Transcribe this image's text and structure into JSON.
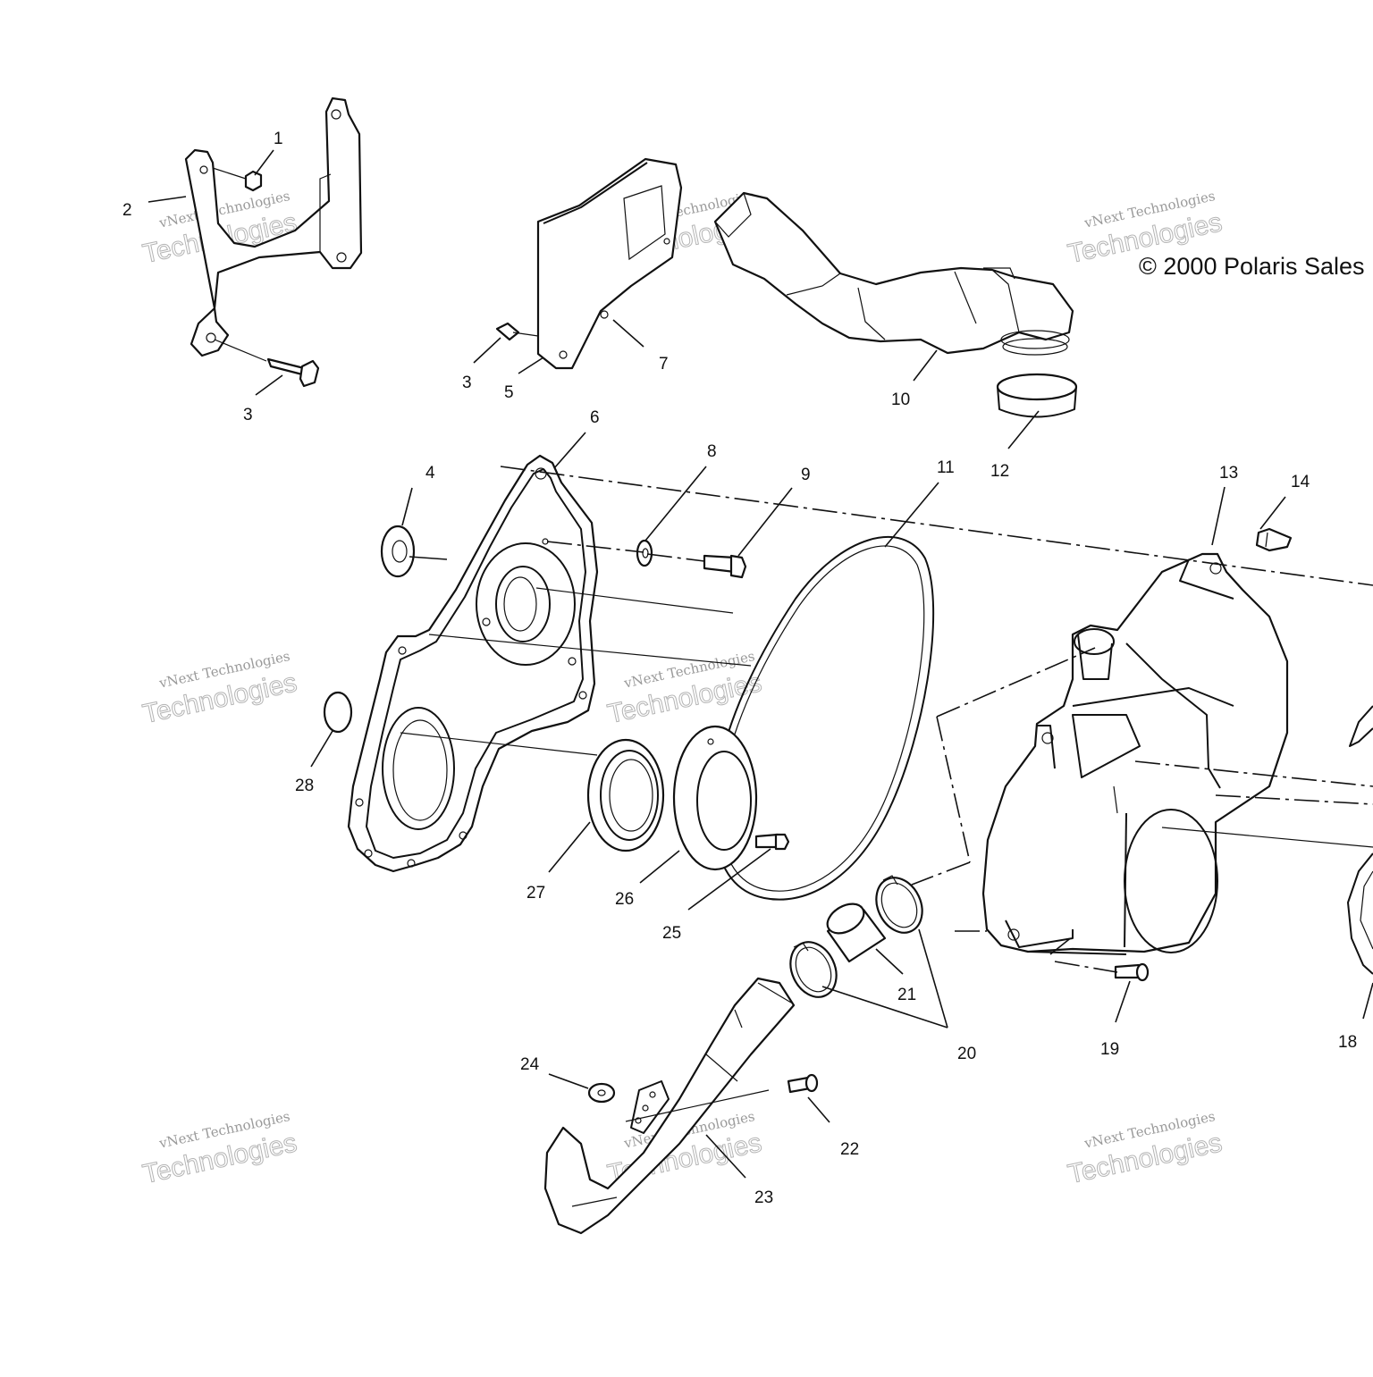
{
  "copyright": "© 2000 Polaris Sales",
  "watermark": {
    "line1": "vNext Technologies",
    "line2a": "vNext",
    "line2b": "Technologies"
  },
  "callouts": [
    {
      "id": "c1",
      "text": "1"
    },
    {
      "id": "c2",
      "text": "2"
    },
    {
      "id": "c3a",
      "text": "3"
    },
    {
      "id": "c3b",
      "text": "3"
    },
    {
      "id": "c4",
      "text": "4"
    },
    {
      "id": "c5",
      "text": "5"
    },
    {
      "id": "c6",
      "text": "6"
    },
    {
      "id": "c7",
      "text": "7"
    },
    {
      "id": "c8",
      "text": "8"
    },
    {
      "id": "c9",
      "text": "9"
    },
    {
      "id": "c10",
      "text": "10"
    },
    {
      "id": "c11",
      "text": "11"
    },
    {
      "id": "c12",
      "text": "12"
    },
    {
      "id": "c13",
      "text": "13"
    },
    {
      "id": "c14",
      "text": "14"
    },
    {
      "id": "c18",
      "text": "18"
    },
    {
      "id": "c19",
      "text": "19"
    },
    {
      "id": "c20",
      "text": "20"
    },
    {
      "id": "c21",
      "text": "21"
    },
    {
      "id": "c22",
      "text": "22"
    },
    {
      "id": "c23",
      "text": "23"
    },
    {
      "id": "c24",
      "text": "24"
    },
    {
      "id": "c25",
      "text": "25"
    },
    {
      "id": "c26",
      "text": "26"
    },
    {
      "id": "c27",
      "text": "27"
    },
    {
      "id": "c28",
      "text": "28"
    }
  ]
}
